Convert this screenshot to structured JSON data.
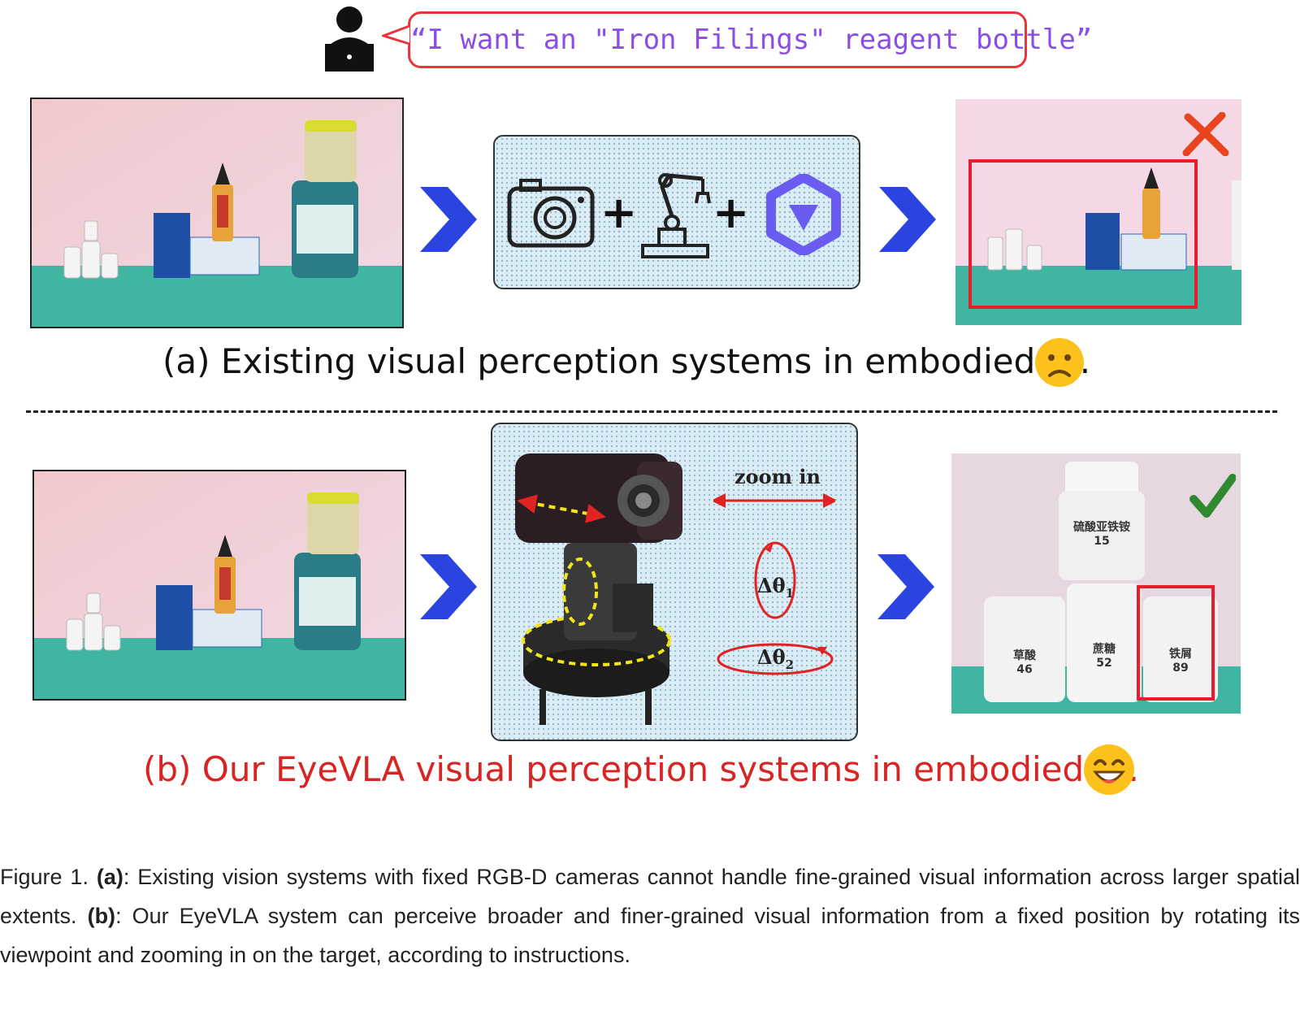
{
  "instruction": {
    "text": "“I want an \"Iron Filings\" reagent bottle”"
  },
  "panel_a": {
    "caption": "(a) Existing visual perception systems in embodied AI.",
    "plus_1": "+",
    "plus_2": "+"
  },
  "panel_b": {
    "caption": "(b) Our EyeVLA visual perception systems in embodied AI.",
    "zoom_label": "zoom in",
    "rot1_label": "Δθ",
    "rot1_sub": "1",
    "rot2_label": "Δθ",
    "rot2_sub": "2"
  },
  "bottles": [
    {
      "name": "硫酸亚铁铵",
      "num": "15"
    },
    {
      "name": "草酸",
      "num": "46"
    },
    {
      "name": "蔗糖",
      "num": "52"
    },
    {
      "name": "铁屑",
      "num": "89"
    }
  ],
  "figure_caption": {
    "prefix": "Figure 1. ",
    "a_label": "(a)",
    "a_text": ": Existing vision systems with fixed RGB-D cameras cannot handle fine-grained visual information across larger spatial extents. ",
    "b_label": "(b)",
    "b_text": ": Our EyeVLA system can perceive broader and finer-grained visual information from a fixed position by rotating its viewpoint and zooming in on the target, according to instructions."
  },
  "colors": {
    "accent_blue": "#2b44e0",
    "error_red": "#e8353a",
    "ok_green": "#2f8a2f",
    "bubble_text": "#8a4de8"
  }
}
